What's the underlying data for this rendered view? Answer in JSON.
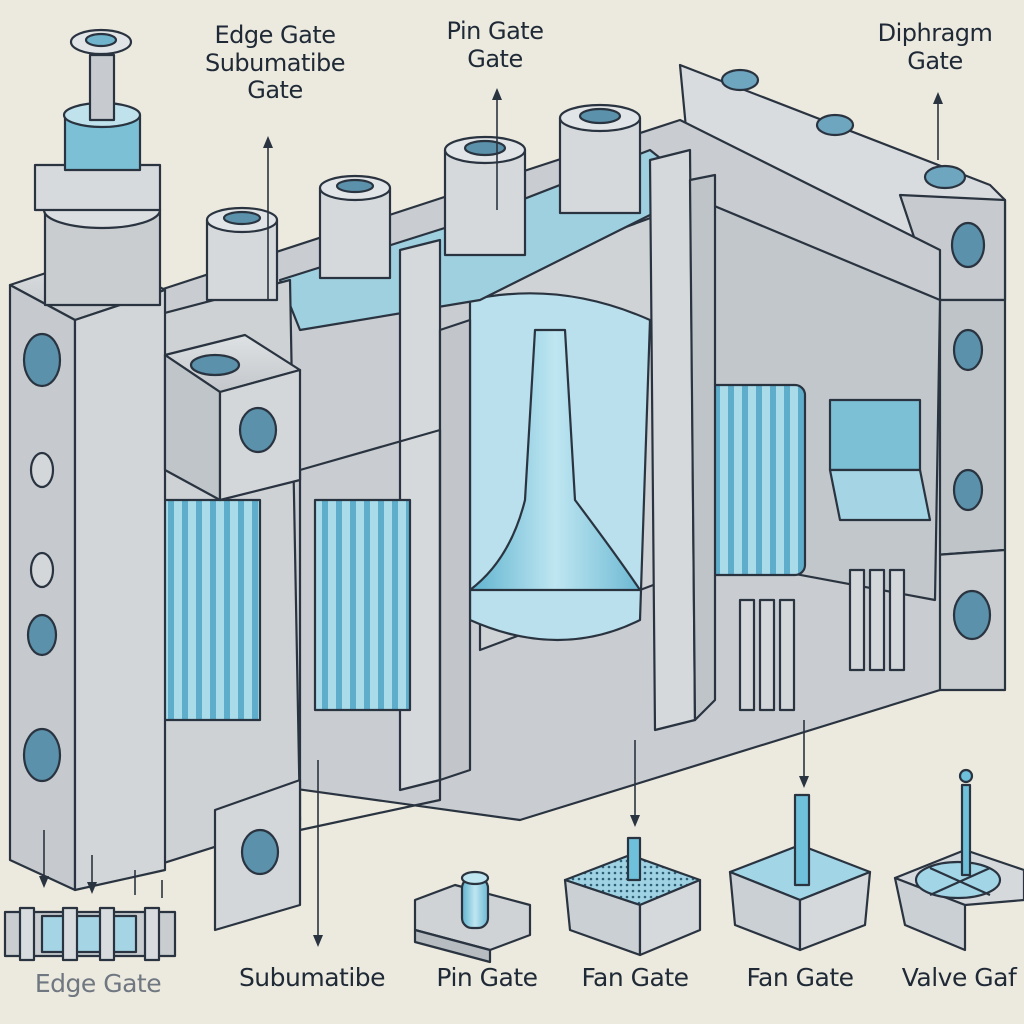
{
  "labels": {
    "edge_top": [
      "Edge Gate",
      "Subumatibe",
      "Gate"
    ],
    "pin_top": [
      "Pin Gate",
      "Gate"
    ],
    "diaphragm_top": [
      "Diphragm",
      "Gate"
    ],
    "bottom": [
      "Edge Gate",
      "Subumatibe",
      "Pin Gate",
      "Fan Gate",
      "Fan Gate",
      "Valve Gaf"
    ]
  },
  "colors": {
    "background": "#ece9df",
    "metal": "#c9ccd0",
    "metal_dark": "#8f969d",
    "outline": "#2a3440",
    "accent_blue": "#7fc6dc",
    "accent_blue_dark": "#3f9ab8"
  }
}
